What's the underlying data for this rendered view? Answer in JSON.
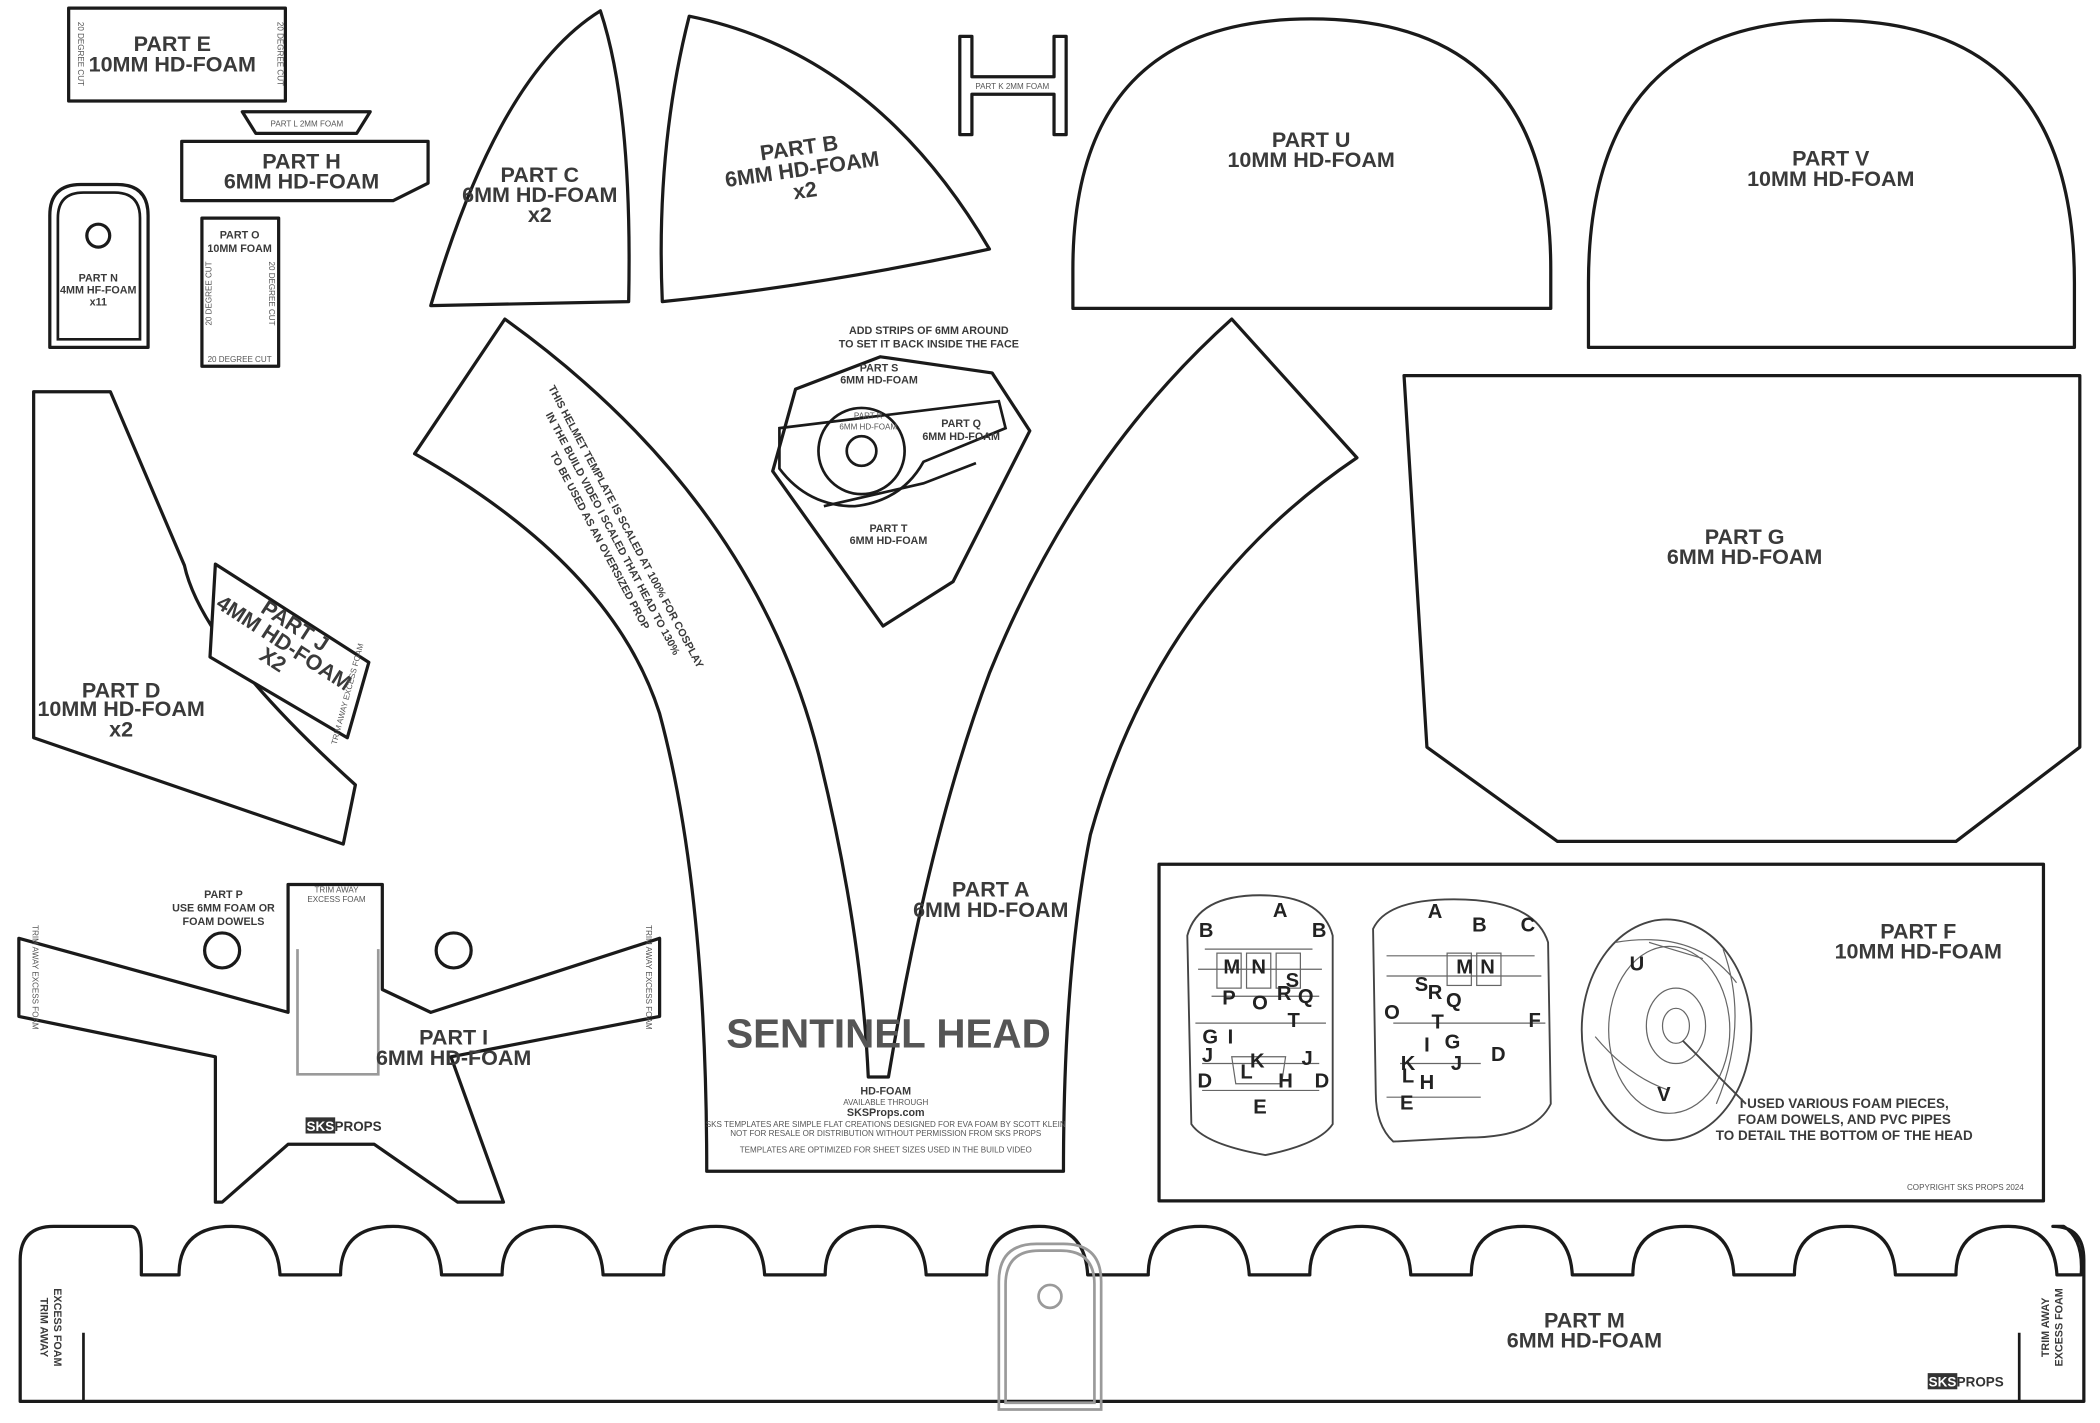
{
  "sheet": {
    "part_e": {
      "name": "PART E",
      "material": "10MM HD-FOAM",
      "cut_left": "20 DEGREE CUT",
      "cut_right": "20 DEGREE CUT"
    },
    "part_l": {
      "label": "PART L   2MM FOAM"
    },
    "part_h": {
      "name": "PART H",
      "material": "6MM HD-FOAM"
    },
    "part_n": {
      "name": "PART N",
      "material": "4MM HF-FOAM",
      "qty": "x11"
    },
    "part_o": {
      "name": "PART O",
      "material": "10MM FOAM",
      "cut_left": "20 DEGREE CUT",
      "cut_right": "20 DEGREE CUT",
      "cut_bottom": "20 DEGREE CUT"
    },
    "part_c": {
      "name": "PART C",
      "material": "6MM HD-FOAM",
      "qty": "x2"
    },
    "part_b": {
      "name": "PART B",
      "material": "6MM HD-FOAM",
      "qty": "x2"
    },
    "part_k": {
      "label": "PART K   2MM FOAM"
    },
    "part_u": {
      "name": "PART U",
      "material": "10MM HD-FOAM"
    },
    "part_v": {
      "name": "PART V",
      "material": "10MM HD-FOAM"
    },
    "part_d": {
      "name": "PART D",
      "material": "10MM HD-FOAM",
      "qty": "x2"
    },
    "part_j": {
      "name": "PART J",
      "material": "4MM HD-FOAM",
      "qty": "X2",
      "note": "TRIM AWAY EXCESS FOAM"
    },
    "part_a": {
      "name": "PART A",
      "material": "6MM HD-FOAM",
      "scale_note_1": "THIS HELMET TEMPLATE IS SCALED AT 100% FOR COSPLAY",
      "scale_note_2": "IN THE BUILD VIDEO I SCALED THAT HEAD TO 130%",
      "scale_note_3": "TO BE USED AS AN OVERSIZED PROP",
      "title": "SENTINEL HEAD",
      "foam": "HD-FOAM",
      "available": "AVAILABLE THROUGH",
      "site": "SKSProps.com",
      "fine_print_1": "SKS TEMPLATES ARE SIMPLE FLAT CREATIONS DESIGNED FOR EVA FOAM BY SCOTT KLEIN",
      "fine_print_2": "NOT FOR RESALE OR DISTRIBUTION WITHOUT PERMISSION FROM SKS PROPS",
      "fine_print_3": "TEMPLATES ARE OPTIMIZED FOR SHEET SIZES USED IN THE BUILD VIDEO"
    },
    "face": {
      "note": "ADD STRIPS OF 6MM AROUND",
      "note2": "TO SET IT BACK INSIDE THE FACE",
      "part_s": {
        "name": "PART S",
        "material": "6MM HD-FOAM"
      },
      "part_r": {
        "name": "PART R",
        "material": "6MM HD-FOAM"
      },
      "part_q": {
        "name": "PART Q",
        "material": "6MM HD-FOAM"
      },
      "part_t": {
        "name": "PART T",
        "material": "6MM HD-FOAM"
      }
    },
    "part_g": {
      "name": "PART G",
      "material": "6MM HD-FOAM"
    },
    "part_p": {
      "name": "PART P",
      "note1": "USE 6MM FOAM OR",
      "note2": "FOAM DOWELS"
    },
    "part_i": {
      "name": "PART I",
      "material": "6MM HD-FOAM",
      "trim_top": "TRIM AWAY",
      "trim_top2": "EXCESS FOAM",
      "trim_side": "TRIM AWAY EXCESS FOAM"
    },
    "part_f": {
      "name": "PART F",
      "material": "10MM HD-FOAM",
      "note1": "I USED VARIOUS FOAM PIECES,",
      "note2": "FOAM DOWELS, AND PVC PIPES",
      "note3": "TO DETAIL THE BOTTOM OF THE HEAD",
      "copyright": "COPYRIGHT SKS PROPS 2024",
      "front_letters": [
        "A",
        "B",
        "B",
        "M",
        "N",
        "S",
        "P",
        "R",
        "O",
        "Q",
        "G",
        "I",
        "T",
        "J",
        "J",
        "D",
        "K",
        "L",
        "H",
        "D",
        "E"
      ],
      "side_letters": [
        "A",
        "B",
        "C",
        "M",
        "N",
        "S",
        "R",
        "Q",
        "O",
        "T",
        "F",
        "I",
        "G",
        "D",
        "K",
        "J",
        "L",
        "H",
        "E"
      ],
      "bottom_letters": [
        "U",
        "V"
      ]
    },
    "part_m": {
      "name": "PART M",
      "material": "6MM HD-FOAM",
      "trim_1": "TRIM AWAY",
      "trim_2": "EXCESS FOAM"
    },
    "brand": {
      "box": "SKS",
      "word": "PROPS"
    }
  }
}
